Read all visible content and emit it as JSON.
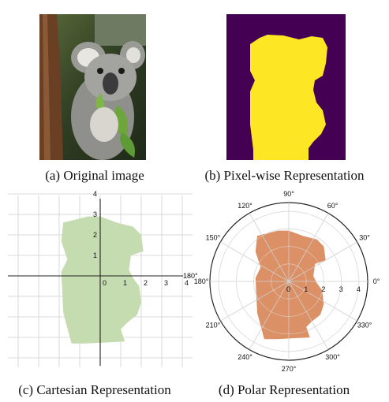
{
  "captions": {
    "a": "(a) Original image",
    "b": "(b) Pixel-wise Representation",
    "c": "(c) Cartesian Representation",
    "d": "(d) Polar Representation"
  },
  "colors": {
    "mask_background": "#440154",
    "mask_foreground": "#fde725",
    "cartesian_fill": "#c5dcb0",
    "polar_fill": "#d98a5e",
    "grid": "#cfcfcf",
    "axis": "#222222"
  },
  "cartesian": {
    "x_ticks": [
      "0",
      "1",
      "2",
      "3",
      "4"
    ],
    "y_ticks": [
      "1",
      "2",
      "3",
      "4"
    ],
    "degree_label": "180°"
  },
  "polar": {
    "angle_labels": [
      "0°",
      "30°",
      "60°",
      "90°",
      "120°",
      "150°",
      "180°",
      "210°",
      "240°",
      "270°",
      "300°",
      "330°"
    ],
    "radial_labels": [
      "0",
      "1",
      "2",
      "3",
      "4"
    ]
  },
  "chart_data": [
    {
      "type": "scatter",
      "title": "",
      "xlabel": "",
      "ylabel": "",
      "xlim": [
        -4,
        4
      ],
      "ylim": [
        -4,
        4
      ],
      "grid": true,
      "series": [
        {
          "values": [
            [
              -1.8,
              2.6
            ],
            [
              -1.0,
              2.8
            ],
            [
              -0.6,
              2.9
            ],
            [
              0.0,
              2.9
            ],
            [
              0.8,
              2.6
            ],
            [
              1.6,
              2.4
            ],
            [
              2.0,
              2.0
            ],
            [
              2.1,
              1.2
            ],
            [
              1.5,
              1.0
            ],
            [
              1.4,
              0.3
            ],
            [
              1.6,
              -0.1
            ],
            [
              1.9,
              -0.5
            ],
            [
              2.0,
              -1.3
            ],
            [
              1.8,
              -1.9
            ],
            [
              1.3,
              -2.3
            ],
            [
              1.0,
              -2.6
            ],
            [
              1.2,
              -3.2
            ],
            [
              -0.7,
              -3.3
            ],
            [
              -1.4,
              -3.3
            ],
            [
              -1.8,
              -1.8
            ],
            [
              -1.9,
              0.2
            ],
            [
              -1.6,
              0.8
            ],
            [
              -1.9,
              1.7
            ],
            [
              -1.8,
              2.6
            ]
          ]
        }
      ]
    },
    {
      "type": "scatter",
      "title": "",
      "xlabel": "",
      "ylabel": "",
      "xlim": [
        -4.5,
        4.5
      ],
      "ylim": [
        -4.5,
        4.5
      ],
      "grid": true,
      "series": [
        {
          "values": [
            [
              -1.8,
              2.6
            ],
            [
              -1.0,
              2.8
            ],
            [
              -0.6,
              2.9
            ],
            [
              0.0,
              2.9
            ],
            [
              0.8,
              2.6
            ],
            [
              1.6,
              2.4
            ],
            [
              2.0,
              2.0
            ],
            [
              2.1,
              1.2
            ],
            [
              1.5,
              1.0
            ],
            [
              1.4,
              0.3
            ],
            [
              1.6,
              -0.1
            ],
            [
              1.9,
              -0.5
            ],
            [
              2.0,
              -1.3
            ],
            [
              1.8,
              -1.9
            ],
            [
              1.3,
              -2.3
            ],
            [
              1.0,
              -2.6
            ],
            [
              1.2,
              -3.2
            ],
            [
              -0.7,
              -3.3
            ],
            [
              -1.4,
              -3.3
            ],
            [
              -1.8,
              -1.8
            ],
            [
              -1.9,
              0.2
            ],
            [
              -1.6,
              0.8
            ],
            [
              -1.9,
              1.7
            ],
            [
              -1.8,
              2.6
            ]
          ]
        }
      ]
    }
  ]
}
